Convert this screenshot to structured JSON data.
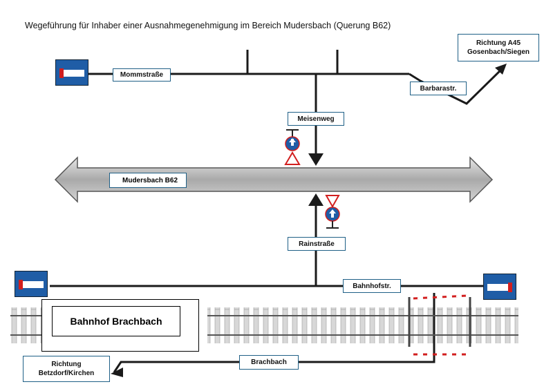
{
  "title": "Wegeführung für Inhaber einer Ausnahmegenehmigung im Bereich Mudersbach (Querung B62)",
  "main_road": "Mudersbach B62",
  "streets": {
    "mommstrasse": "Mommstraße",
    "barbarastr": "Barbarastr.",
    "meisenweg": "Meisenweg",
    "rainstrasse": "Rainstraße",
    "bahnhofstr": "Bahnhofstr.",
    "brachbach": "Brachbach"
  },
  "directions": {
    "a45_line1": "Richtung A45",
    "a45_line2": "Gosenbach/Siegen",
    "betzdorf_line1": "Richtung",
    "betzdorf_line2": "Betzdorf/Kirchen"
  },
  "station": "Bahnhof Brachbach",
  "colors": {
    "sign_blue": "#1f5da6",
    "sign_red": "#d21e1e",
    "label_border": "#1e5f86",
    "road": "#1a1a1a",
    "arrow_fill": "#b8b8b8"
  },
  "icons": [
    "dead-end-sign",
    "give-way-triangle",
    "one-way-blue-circle"
  ]
}
